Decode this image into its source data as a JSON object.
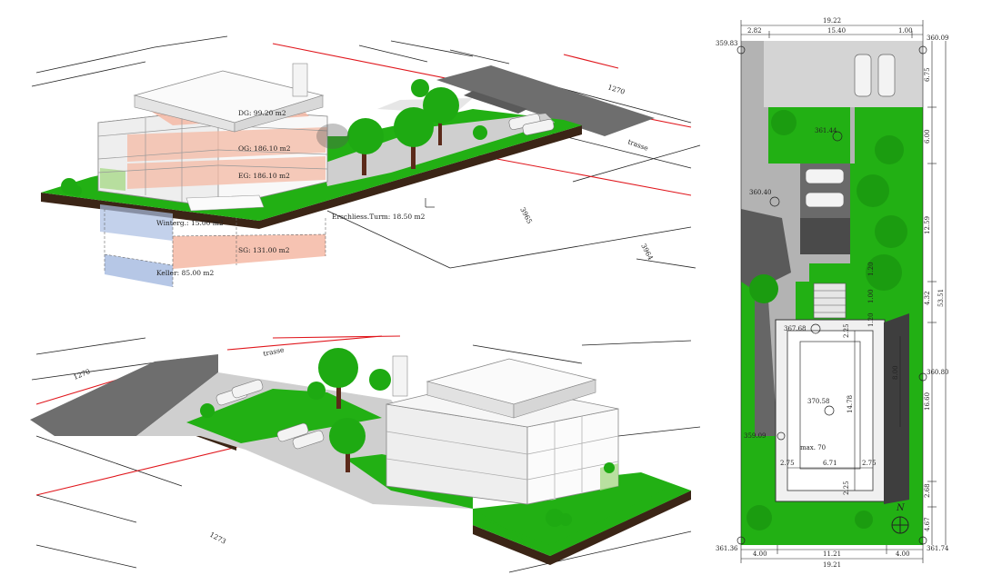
{
  "top_view": {
    "areas": {
      "dg": "DG: 99.20 m2",
      "og": "OG: 186.10 m2",
      "eg": "EG: 186.10 m2",
      "winterg": "Winterg.: 15.00 m2",
      "erschliess": "Erschliess.Turm: 18.50 m2",
      "sg": "SG: 131.00 m2",
      "keller": "Keller: 85.00 m2"
    },
    "parcel_labels": [
      "1270",
      "3965",
      "3964",
      "trasse"
    ]
  },
  "bottom_view": {
    "parcel_labels": [
      "1270",
      "1273",
      "trasse"
    ]
  },
  "plan": {
    "top_dims": {
      "total": "19.22",
      "left": "2.82",
      "mid": "15.40",
      "right": "1.00"
    },
    "bottom_dims": {
      "total": "19.21",
      "left": "4.00",
      "mid": "11.21",
      "right": "4.00"
    },
    "right_dims": [
      "6.75",
      "6.00",
      "12.59",
      "4.32",
      "16.60",
      "2.68",
      "4.67"
    ],
    "right_total": "53.51",
    "elevations": {
      "tl": "359.83",
      "tr": "360.09",
      "garden": "361.44",
      "left_mid": "360.40",
      "right_mid": "360.80",
      "pool_tl": "367.68",
      "pool_center": "370.58",
      "pool_left": "359.09",
      "bl": "361.36",
      "br": "361.74"
    },
    "pool": {
      "height": "14.78",
      "inner": "8.00",
      "w_left": "2.75",
      "w_mid": "6.71",
      "w_right": "2.75",
      "top_gap": "2.25",
      "bottom_gap": "2.25",
      "max": "max. 70"
    },
    "stair_dims": [
      "1.20",
      "1.00",
      "1.20"
    ],
    "north": "N"
  },
  "colors": {
    "lawn": "#22b014",
    "lawn_dark": "#159a0d",
    "soil": "#3b2516",
    "road": "#6e6e6e",
    "area_pink": "#f4b9a4",
    "area_blue": "#a9bde2",
    "property_line": "#e0161c"
  }
}
